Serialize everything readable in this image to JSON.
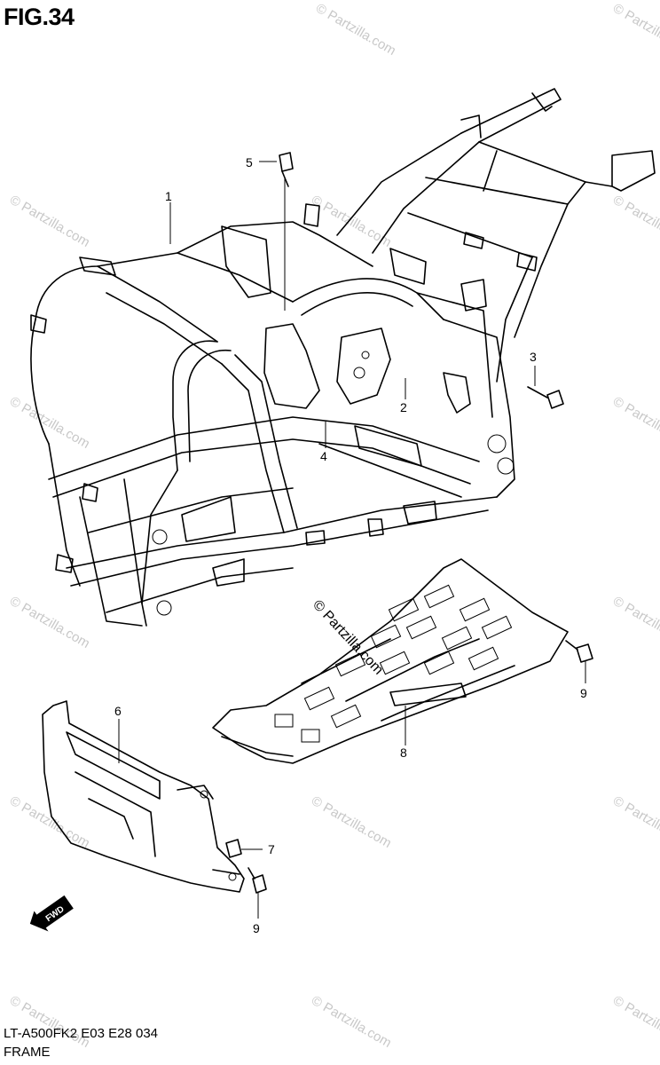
{
  "figure": {
    "title": "FIG.34",
    "model_code": "LT-A500FK2  E03 E28  034",
    "section_name": "FRAME"
  },
  "parts": [
    {
      "ref": "1"
    },
    {
      "ref": "2"
    },
    {
      "ref": "3"
    },
    {
      "ref": "4"
    },
    {
      "ref": "5"
    },
    {
      "ref": "6"
    },
    {
      "ref": "7"
    },
    {
      "ref": "8"
    },
    {
      "ref": "9"
    },
    {
      "ref": "9"
    }
  ],
  "watermark": {
    "text": "© Partzilla.com",
    "color": "#c8c8c8"
  },
  "direction_badge": {
    "text": "FWD",
    "icon": "forward-arrow-icon"
  }
}
